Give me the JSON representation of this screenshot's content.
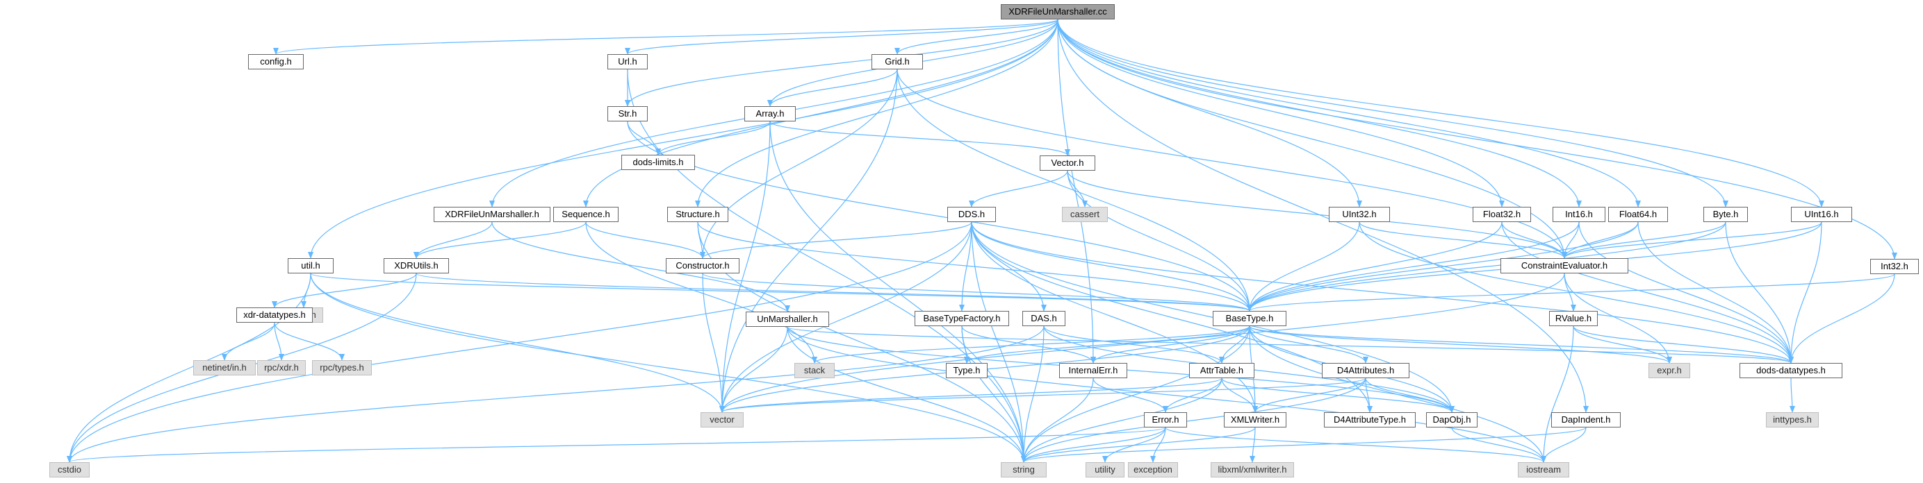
{
  "colors": {
    "edge": "#63b8ff",
    "node_border": "#666666",
    "system_fill": "#e0e0e0",
    "root_fill": "#9f9f9f"
  },
  "nodes": {
    "root": "XDRFileUnMarshaller.cc",
    "config": "config.h",
    "url": "Url.h",
    "grid": "Grid.h",
    "str": "Str.h",
    "array": "Array.h",
    "doslimits": "dods-limits.h",
    "vector_h": "Vector.h",
    "cassert": "cassert",
    "xdrfileum": "XDRFileUnMarshaller.h",
    "sequence": "Sequence.h",
    "structure": "Structure.h",
    "dds": "DDS.h",
    "uint32": "UInt32.h",
    "float32": "Float32.h",
    "int16": "Int16.h",
    "float64": "Float64.h",
    "byte": "Byte.h",
    "uint16": "UInt16.h",
    "int32": "Int32.h",
    "ceval": "ConstraintEvaluator.h",
    "util": "util.h",
    "xdrutils": "XDRUtils.h",
    "constructor": "Constructor.h",
    "cmath": "cmath",
    "xdrdt": "xdr-datatypes.h",
    "unmarshaller": "UnMarshaller.h",
    "btfactory": "BaseTypeFactory.h",
    "das": "DAS.h",
    "basetype": "BaseType.h",
    "rvalue": "RValue.h",
    "netinet": "netinet/in.h",
    "rpcxdr": "rpc/xdr.h",
    "rpctypes": "rpc/types.h",
    "stack": "stack",
    "type": "Type.h",
    "internalerr": "InternalErr.h",
    "attrtable": "AttrTable.h",
    "d4attrs": "D4Attributes.h",
    "exprh": "expr.h",
    "dodsdt": "dods-datatypes.h",
    "inttypes": "inttypes.h",
    "vector": "vector",
    "error": "Error.h",
    "xmlwriter": "XMLWriter.h",
    "d4attrtype": "D4AttributeType.h",
    "dapobj": "DapObj.h",
    "dapindent": "DapIndent.h",
    "cstdio": "cstdio",
    "string": "string",
    "utility": "utility",
    "exception": "exception",
    "libxml": "libxml/xmlwriter.h",
    "iostream": "iostream"
  }
}
